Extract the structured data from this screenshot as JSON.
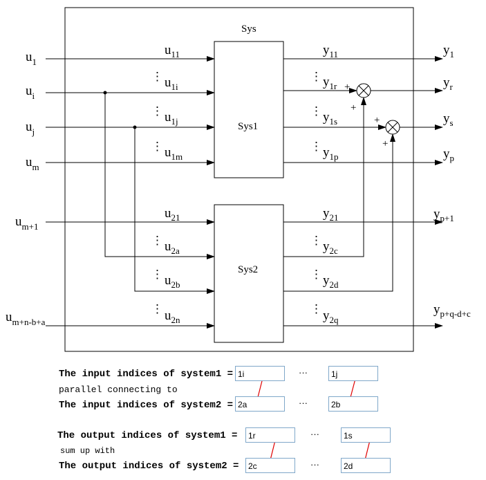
{
  "system": {
    "outer_label": "Sys",
    "block1_label": "Sys1",
    "block2_label": "Sys2"
  },
  "inputs": [
    {
      "main": "u",
      "sub": "1"
    },
    {
      "main": "u",
      "sub": "i"
    },
    {
      "main": "u",
      "sub": "j"
    },
    {
      "main": "u",
      "sub": "m"
    },
    {
      "main": "u",
      "sub": "m+1"
    },
    {
      "main": "u",
      "sub": "m+n-b+a"
    }
  ],
  "sys1_inputs": [
    {
      "main": "u",
      "sub": "11"
    },
    {
      "main": "u",
      "sub": "1i"
    },
    {
      "main": "u",
      "sub": "1j"
    },
    {
      "main": "u",
      "sub": "1m"
    }
  ],
  "sys2_inputs": [
    {
      "main": "u",
      "sub": "21"
    },
    {
      "main": "u",
      "sub": "2a"
    },
    {
      "main": "u",
      "sub": "2b"
    },
    {
      "main": "u",
      "sub": "2n"
    }
  ],
  "sys1_outputs": [
    {
      "main": "y",
      "sub": "11"
    },
    {
      "main": "y",
      "sub": "1r"
    },
    {
      "main": "y",
      "sub": "1s"
    },
    {
      "main": "y",
      "sub": "1p"
    }
  ],
  "sys2_outputs": [
    {
      "main": "y",
      "sub": "21"
    },
    {
      "main": "y",
      "sub": "2c"
    },
    {
      "main": "y",
      "sub": "2d"
    },
    {
      "main": "y",
      "sub": "2q"
    }
  ],
  "outputs": [
    {
      "main": "y",
      "sub": "1"
    },
    {
      "main": "y",
      "sub": "r"
    },
    {
      "main": "y",
      "sub": "s"
    },
    {
      "main": "y",
      "sub": "p"
    },
    {
      "main": "y",
      "sub": "p+1"
    },
    {
      "main": "y",
      "sub": "p+q-d+c"
    }
  ],
  "signs": {
    "plus": "+"
  },
  "vdots": "⋮",
  "form": {
    "input_sys1_label": "The input indices of system1 =",
    "parallel_text": "parallel connecting to",
    "input_sys2_label": "The input indices of system2 =",
    "output_sys1_label": "The output indices of system1 =",
    "sum_text": "sum up with",
    "output_sys2_label": "The output indices of system2 =",
    "ellipsis": "···",
    "in1_first": "1i",
    "in1_last": "1j",
    "in2_first": "2a",
    "in2_last": "2b",
    "out1_first": "1r",
    "out1_last": "1s",
    "out2_first": "2c",
    "out2_last": "2d"
  },
  "colors": {
    "box_border": "#7fa7c9",
    "arrow": "#e00000",
    "line": "#000000"
  }
}
